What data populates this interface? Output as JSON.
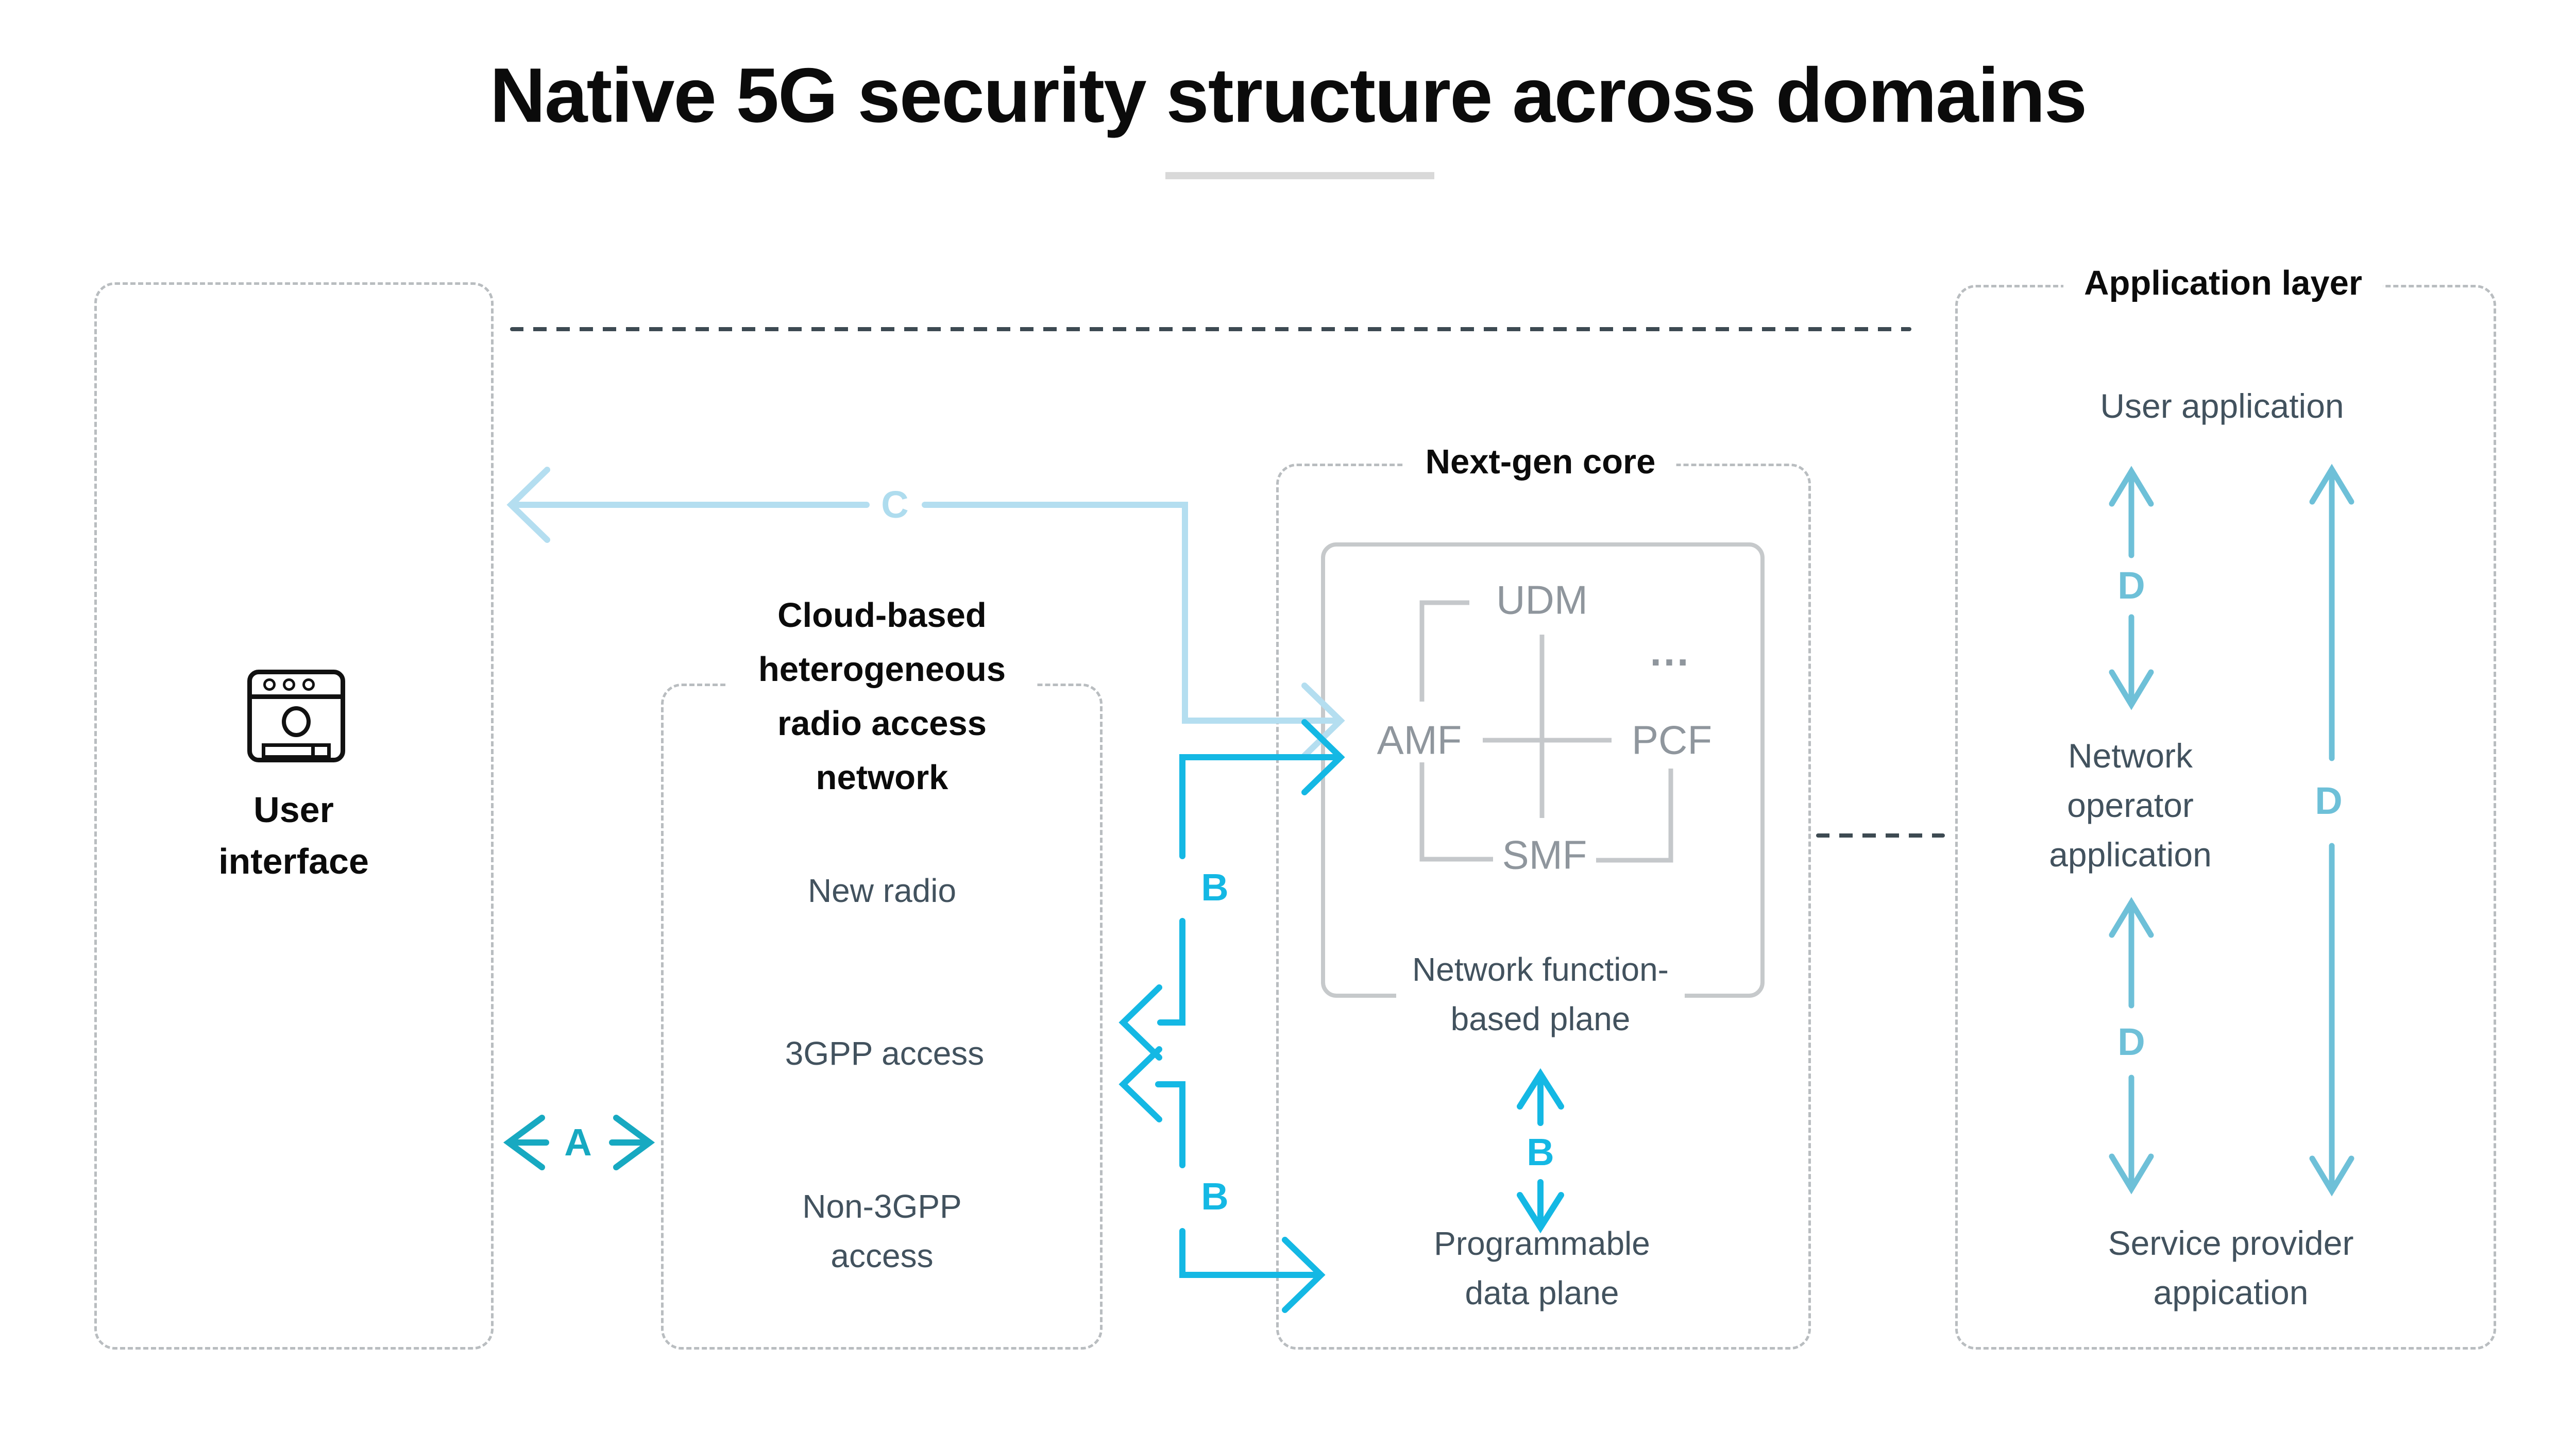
{
  "title": "Native 5G security structure across domains",
  "colors": {
    "accent_cyan_b": "#14b8e4",
    "accent_teal_a": "#17a9c1",
    "accent_lightblue_c": "#aedcee",
    "accent_sky_d": "#6ec0d8",
    "body_text": "#42525e",
    "core_function_text": "#8f969d",
    "dashed_border": "#b9bdc0",
    "dark_dotted_line": "#3d4a52",
    "title_underline": "#d9d9d9"
  },
  "user_interface": {
    "label": "User interface",
    "icon": "browser-window-user-icon"
  },
  "ran": {
    "heading": "Cloud-based heterogeneous radio access network",
    "items": [
      "New radio",
      "3GPP access",
      "Non-3GPP access"
    ]
  },
  "core": {
    "heading": "Next-gen core",
    "functions": [
      "UDM",
      "AMF",
      "PCF",
      "SMF"
    ],
    "ellipsis": "...",
    "plane_label": "Network function-based plane",
    "data_plane_label": "Programmable data plane"
  },
  "app_layer": {
    "heading": "Application layer",
    "items": [
      "User application",
      "Network operator application",
      "Service provider appication"
    ]
  },
  "connectors": {
    "a": "A",
    "b": "B",
    "c": "C",
    "d": "D"
  }
}
